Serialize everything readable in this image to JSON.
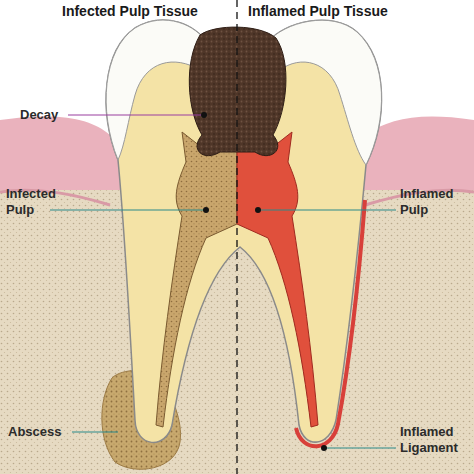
{
  "diagram": {
    "labels": [
      "Infected Pulp Tissue",
      "Inflamed Pulp Tissue",
      "Decay",
      "Infected Pulp",
      "Inflamed Pulp",
      "Abscess",
      "Inflamed Ligament"
    ]
  }
}
